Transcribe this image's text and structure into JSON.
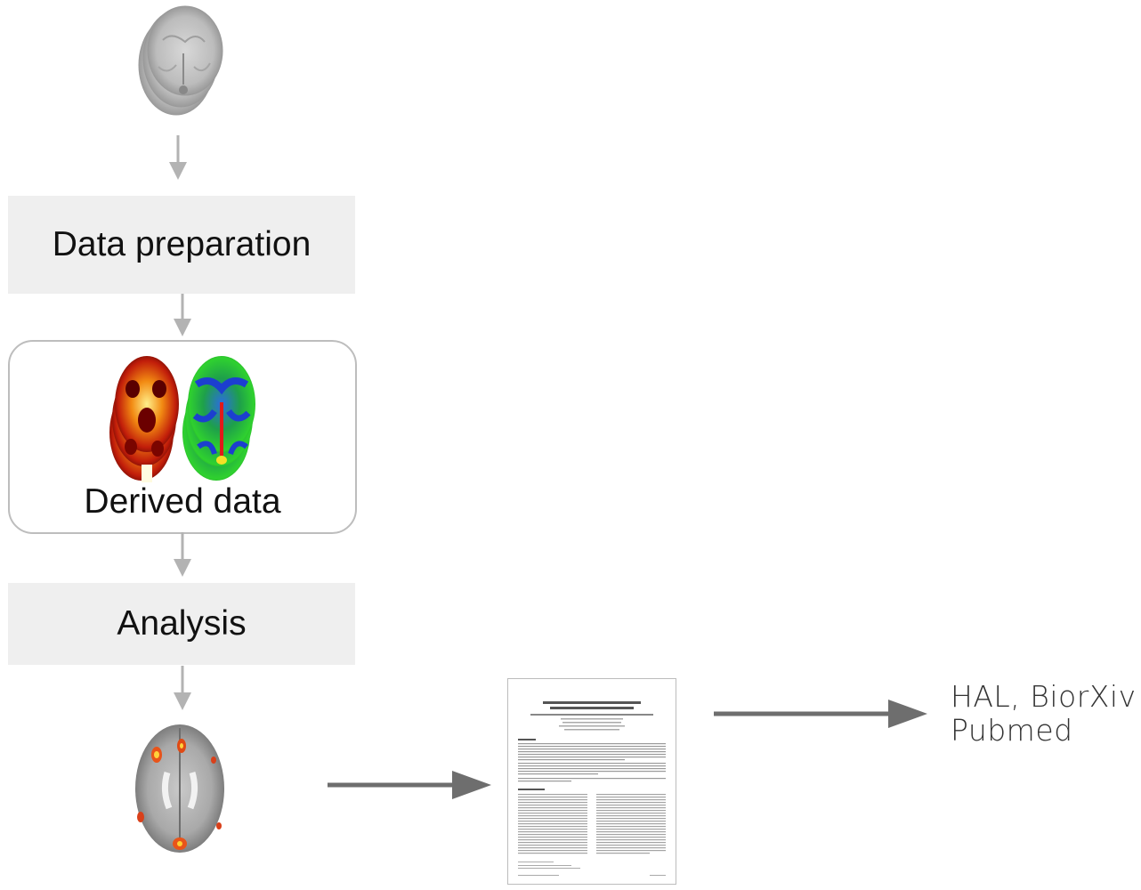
{
  "steps": {
    "data_preparation": "Data preparation",
    "derived_data": "Derived data",
    "analysis": "Analysis"
  },
  "output": {
    "line1": "HAL, BiorXiv",
    "line2": "Pubmed"
  },
  "colors": {
    "box_fill": "#efefef",
    "arrow_light": "#b3b3b3",
    "arrow_dark": "#6e6e6e",
    "rounded_border": "#bdbdbd"
  },
  "icons": [
    "brain-scan-stack-icon",
    "cbf-heatmap-brain-icon",
    "cbf-rainbow-brain-icon",
    "activation-map-brain-icon",
    "paper-document-icon"
  ]
}
